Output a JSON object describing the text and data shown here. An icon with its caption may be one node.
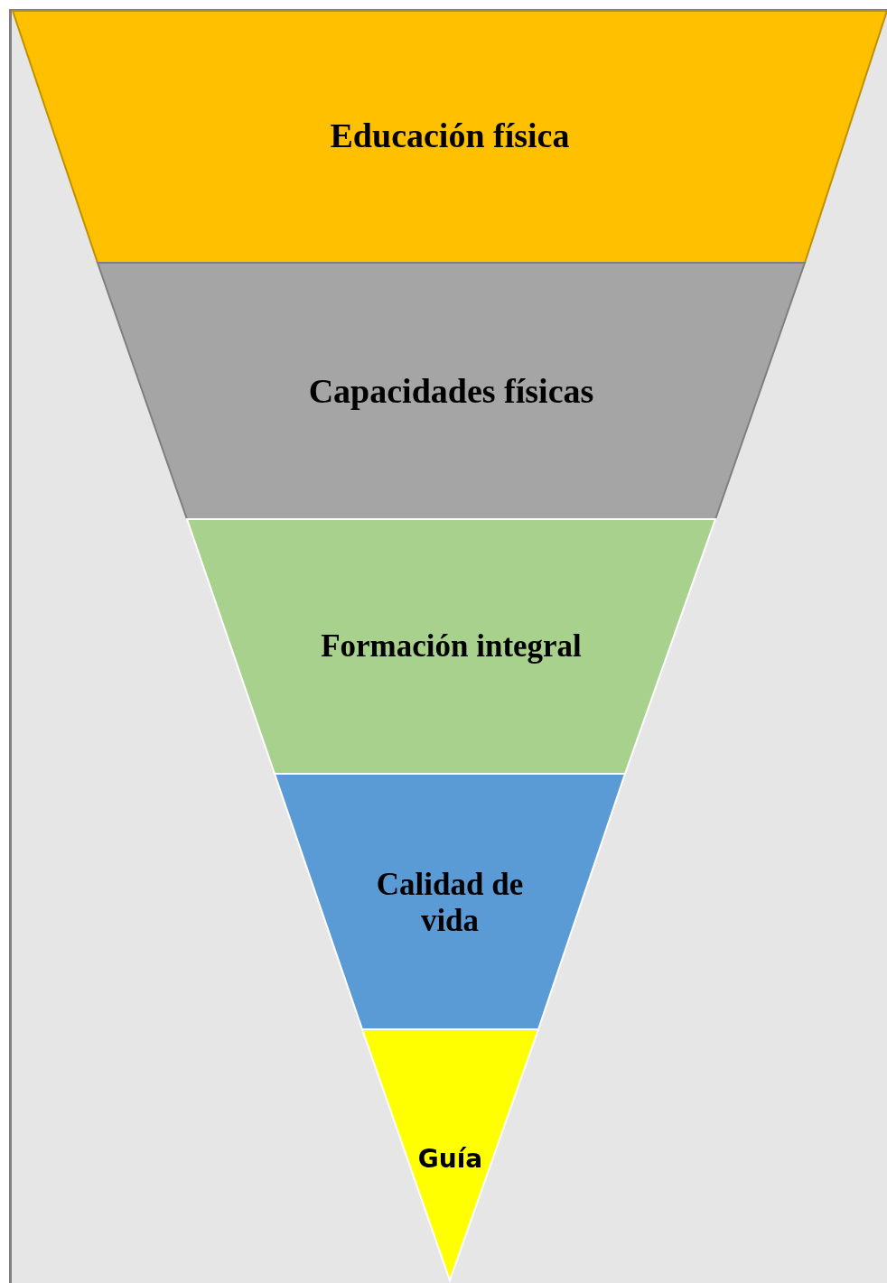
{
  "diagram": {
    "nodes": [
      {
        "text": [
          "Educación física"
        ]
      },
      {
        "text": [
          "Capacidades físicas"
        ]
      },
      {
        "text": [
          "Formación integral"
        ]
      },
      {
        "text": [
          "Calidad de vida"
        ]
      },
      {
        "text": [
          "Guía"
        ]
      }
    ]
  }
}
